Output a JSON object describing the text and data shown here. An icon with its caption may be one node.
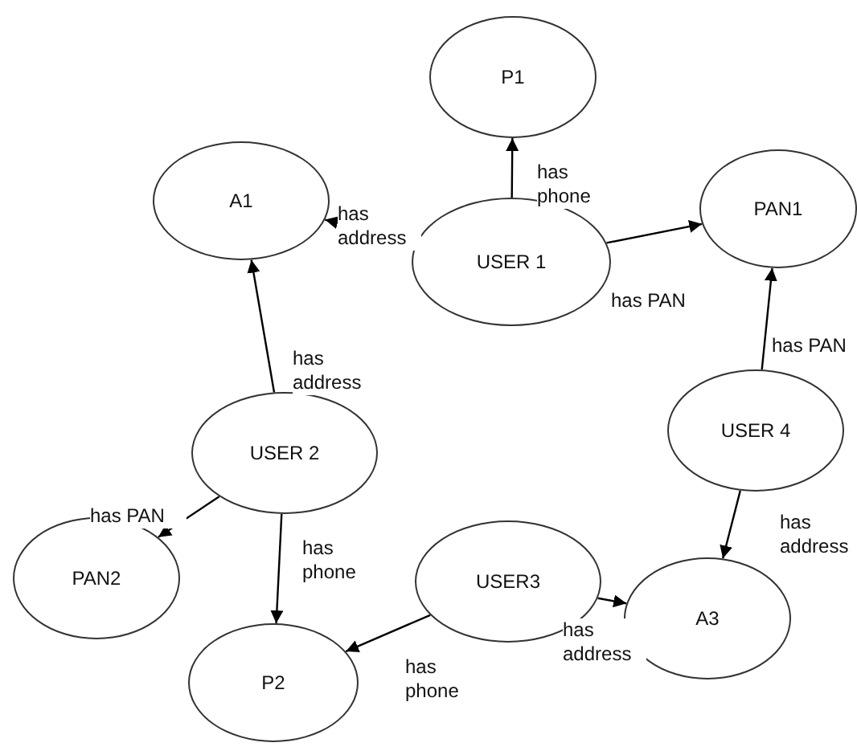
{
  "diagram": {
    "nodes": [
      {
        "text": [
          "P1"
        ]
      },
      {
        "text": [
          "A1"
        ]
      },
      {
        "text": [
          "USER 1"
        ]
      },
      {
        "text": [
          "PAN1"
        ]
      },
      {
        "text": [
          "USER 2"
        ]
      },
      {
        "text": [
          "USER 4"
        ]
      },
      {
        "text": [
          "PAN2"
        ]
      },
      {
        "text": [
          "USER3"
        ]
      },
      {
        "text": [
          "A3"
        ]
      },
      {
        "text": [
          "P2"
        ]
      }
    ],
    "edges": [
      {
        "from": 2,
        "to": 0,
        "arrow": "to",
        "label": "has phone"
      },
      {
        "from": 2,
        "to": 1,
        "arrow": "to",
        "label": "has address"
      },
      {
        "from": 2,
        "to": 3,
        "arrow": "to",
        "label": "has PAN"
      },
      {
        "from": 4,
        "to": 1,
        "arrow": "to",
        "label": "has address"
      },
      {
        "from": 4,
        "to": 6,
        "arrow": "to",
        "label": "has PAN"
      },
      {
        "from": 4,
        "to": 9,
        "arrow": "to",
        "label": "has phone"
      },
      {
        "from": 5,
        "to": 3,
        "arrow": "to",
        "label": "has PAN"
      },
      {
        "from": 5,
        "to": 8,
        "arrow": "to",
        "label": "has address"
      },
      {
        "from": 7,
        "to": 8,
        "arrow": "to",
        "label": "has address"
      },
      {
        "from": 7,
        "to": 9,
        "arrow": "to",
        "label": "has phone"
      }
    ]
  }
}
